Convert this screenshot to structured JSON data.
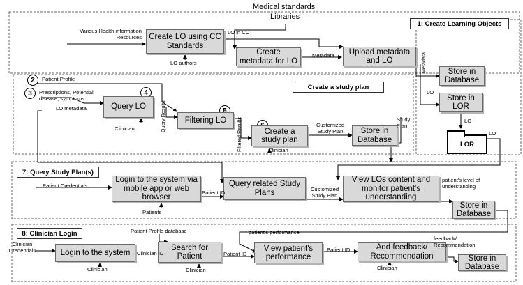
{
  "sections": {
    "s1": "1: Create Learning Objects",
    "s2": "Create a study plan",
    "s7": "7: Query Study Plan(s)",
    "s8": "8: Clinician Login"
  },
  "steps": [
    "2",
    "3",
    "4",
    "5",
    "6"
  ],
  "boxes": {
    "create_lo": "Create LO using CC Standards",
    "create_metadata": "Create metadata for LO",
    "upload_metadata": "Upload metadata and LO",
    "store_db_1": "Store in Database",
    "store_lor": "Store in LOR",
    "lor_folder": "LOR",
    "query_lo": "Query LO",
    "filtering_lo": "Filtering LO",
    "create_study_plan": "Create a study plan",
    "store_db_2": "Store in Database",
    "login_mobile": "Login to the system via mobile app or web browser",
    "query_related": "Query related Study Plans",
    "view_los": "View LOs content and monitor patient's understanding",
    "store_db_3": "Store in Database",
    "login_system": "Login to the system",
    "search_patient": "Search for Patient",
    "view_performance": "View patient's performance",
    "add_feedback": "Add feedback/ Recommendation",
    "store_db_4": "Store in Database"
  },
  "labels": {
    "med_standards": "Medical standards",
    "libraries": "Libraries",
    "various_health": "Various Health information Resources",
    "lo_authors": "LO authors",
    "lo_in_cc": "LO in CC",
    "metadata_horizontal": "Metadata",
    "metadata_vertical": "Metadata",
    "lo_1": "LO",
    "lo_2": "LO",
    "lo_3": "LO",
    "patient_profile": "Patient Profile",
    "prescriptions": "Prescriptions, Potential disease, symptoms",
    "lo_metadata": "LO metadata",
    "clinician_1": "Clinician",
    "query_results": "Query Results",
    "filtered_results": "Filtered Results",
    "customized_study_plan_1": "Customized Study Plan",
    "clinician_2": "Clinician",
    "study_plan": "Study Plan",
    "patient_credentials": "Patient Credentials",
    "patient_id_1": "Patient ID",
    "patients": "Patients",
    "customized_study_plan_2": "Customized Study Plan",
    "level_of_understanding": "patient's level of understanding",
    "patient_profile_db": "Patient Profile database",
    "patients_performance": "patient's performance",
    "clinician_credentials": "Clinician Credentials",
    "clinician_3": "Clinician",
    "clinician_id": "Clinician ID",
    "clinician_4": "Clinician",
    "patient_id_2": "Patient ID",
    "patient_id_3": "Patient ID",
    "clinician_5": "Clinician",
    "feedback_recommendation": "feedback/ Recommendation"
  }
}
